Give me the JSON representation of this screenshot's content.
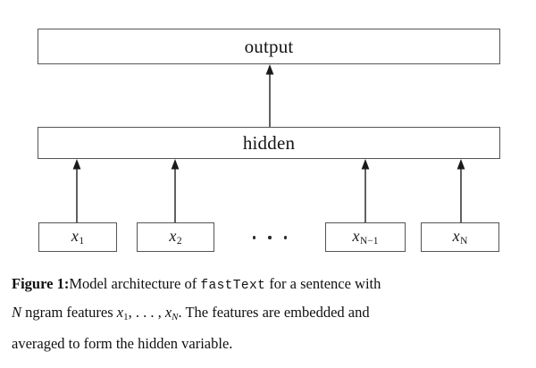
{
  "figure": {
    "type": "diagram",
    "domain": "neural-network-architecture",
    "layers": {
      "output_label": "output",
      "hidden_label": "hidden"
    },
    "features": [
      {
        "id": "x1",
        "base": "x",
        "sub": "1"
      },
      {
        "id": "x2",
        "base": "x",
        "sub": "2"
      },
      {
        "id": "xNm1",
        "base": "x",
        "sub": "N−1"
      },
      {
        "id": "xN",
        "base": "x",
        "sub": "N"
      }
    ],
    "ellipsis": "· · ·",
    "arrows": {
      "hidden_to_output_count": 1,
      "features_to_hidden_count": 4,
      "direction": "upward"
    },
    "colors": {
      "stroke": "#555555",
      "fill": "#ffffff",
      "text": "#141414",
      "background": "#ffffff"
    }
  },
  "caption": {
    "label": "Figure 1:",
    "line1_part1": "Model architecture of ",
    "line1_mono": "fastText",
    "line1_part2": " for a sentence with",
    "line2_var_N": "N",
    "line2_part1": " ngram features ",
    "line2_x1_base": "x",
    "line2_x1_sub": "1",
    "line2_sep": ", . . . , ",
    "line2_xN_base": "x",
    "line2_xN_sub": "N",
    "line2_part2": ". The features are embedded and",
    "line3": "averaged to form the hidden variable.",
    "full_text": "Figure 1: Model architecture of fastText for a sentence with N ngram features x1, . . . , xN. The features are embedded and averaged to form the hidden variable."
  }
}
